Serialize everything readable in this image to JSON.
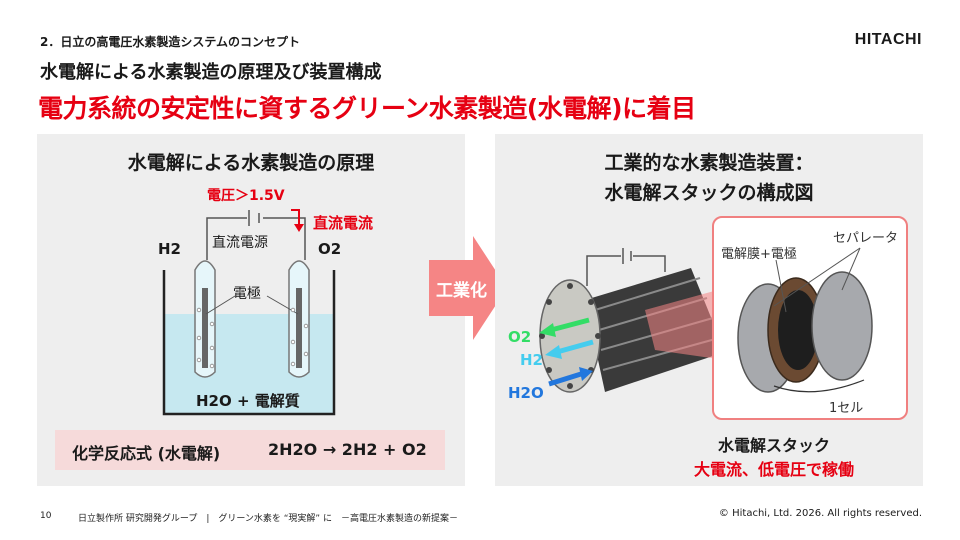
{
  "header": {
    "section": "2．日立の高電圧水素製造システムのコンセプト",
    "logo": "HITACHI",
    "subtitle": "水電解による水素製造の原理及び装置構成",
    "headline": "電力系統の安定性に資するグリーン水素製造(水電解)に着目"
  },
  "left_panel": {
    "title": "水電解による水素製造の原理",
    "voltage": "電圧＞1.5V",
    "dc_current": "直流電流",
    "power_source": "直流電源",
    "h2": "H2",
    "o2": "O2",
    "electrode": "電極",
    "electrolyte": "H2O + 電解質",
    "formula_label": "化学反応式 (水電解)",
    "formula": "2H2O → 2H2 + O2"
  },
  "arrow": {
    "label": "工業化"
  },
  "right_panel": {
    "title_line1": "工業的な水素製造装置：",
    "title_line2": "水電解スタックの構成図",
    "o2": "O2",
    "h2": "H2",
    "h2o": "H2O",
    "membrane": "電解膜+電極",
    "separator": "セパレータ",
    "cell": "1セル",
    "stack_name": "水電解スタック",
    "stack_feature": "大電流、低電圧で稼働"
  },
  "colors": {
    "accent": "#e60012",
    "panel": "#eeeeee",
    "formula_bg": "#f6dada",
    "arrow": "#f58585",
    "o2": "#33dd66",
    "h2": "#44ccee",
    "h2o": "#2277dd"
  },
  "footer": {
    "page": "10",
    "text": "日立製作所 研究開発グループ　|　グリーン水素を “現実解” に　－高電圧水素製造の新提案－",
    "copyright": "© Hitachi, Ltd. 2026. All rights reserved."
  }
}
